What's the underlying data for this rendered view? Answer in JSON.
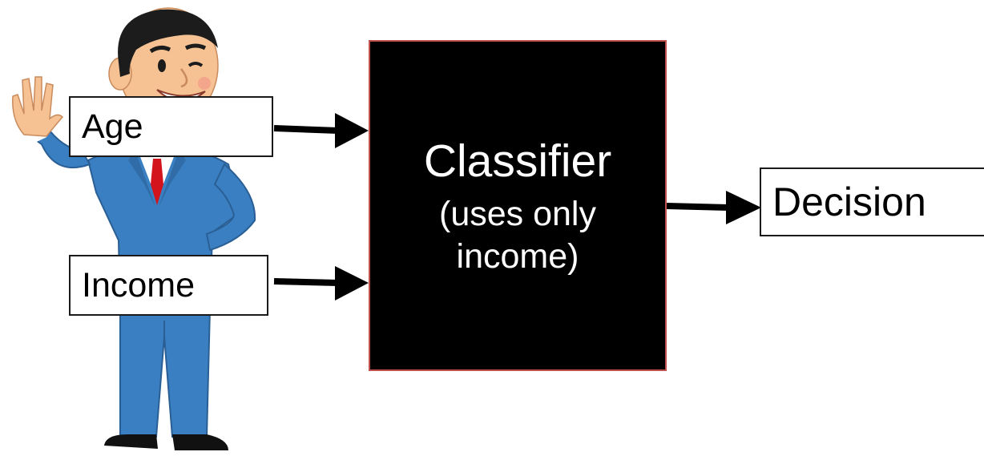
{
  "inputs": {
    "age_label": "Age",
    "income_label": "Income"
  },
  "classifier": {
    "title": "Classifier",
    "subtitle": "(uses only income)"
  },
  "output": {
    "decision_label": "Decision"
  },
  "colors": {
    "suit": "#3a7fc1",
    "tie": "#d4141c",
    "skin": "#f6c193",
    "hair": "#1c1c1c",
    "box_border": "#c0504d",
    "arrow": "#000000"
  },
  "icons": {
    "person": "businessman-waving-icon"
  }
}
